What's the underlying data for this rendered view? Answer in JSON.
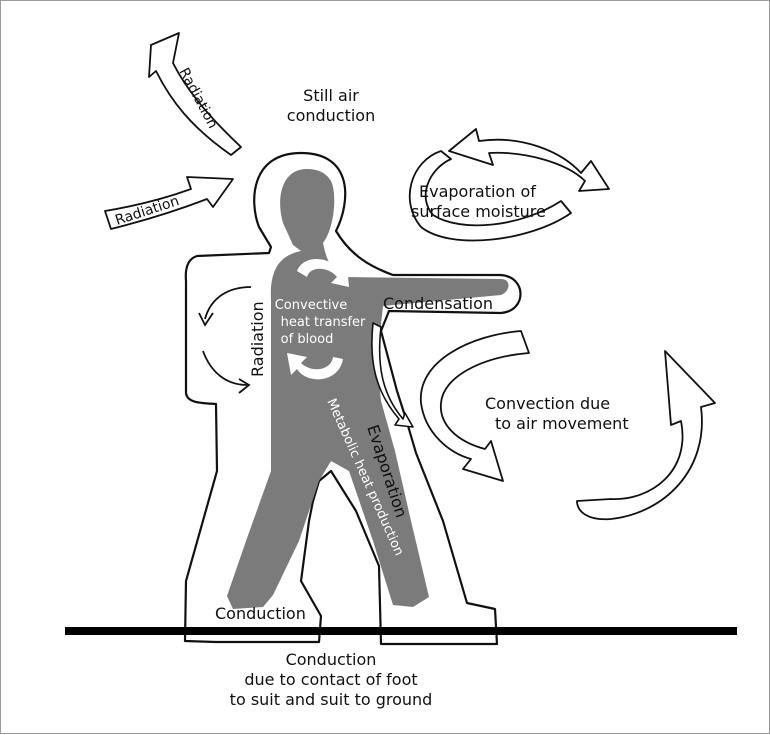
{
  "labels": {
    "still_air_line1": "Still air",
    "still_air_line2": "conduction",
    "radiation_top": "Radiation",
    "radiation_mid": "Radiation",
    "radiation_side": "Radiation",
    "evaporation_surface_line1": "Evaporation of",
    "evaporation_surface_line2": "surface moisture",
    "convective_line1": "Convective",
    "convective_line2": "heat transfer",
    "convective_line3": "of blood",
    "condensation": "Condensation",
    "metabolic": "Metabolic heat production",
    "evaporation_body": "Evaporation",
    "convection_line1": "Convection due",
    "convection_line2": "to air movement",
    "conduction_foot": "Conduction",
    "conduction_bottom_line1": "Conduction",
    "conduction_bottom_line2": "due to contact of foot",
    "conduction_bottom_line3": "to suit and suit to ground"
  },
  "colors": {
    "body_fill": "#7b7b7b",
    "outline": "#111111",
    "ground": "#000000"
  }
}
